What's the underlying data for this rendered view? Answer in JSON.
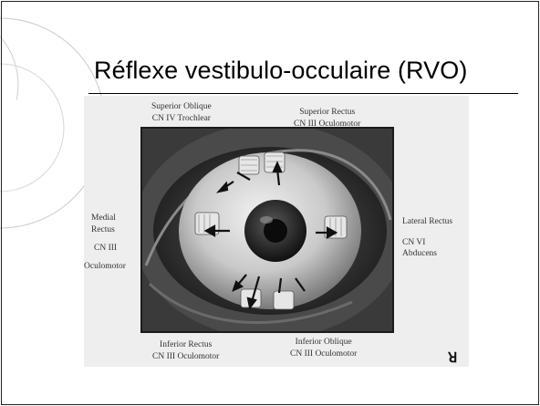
{
  "slide": {
    "title": "Réflexe vestibulo-occulaire (RVO)"
  },
  "figure": {
    "labels": {
      "superior_oblique_name": "Superior Oblique",
      "superior_oblique_nerve": "CN IV Trochlear",
      "superior_rectus_name": "Superior Rectus",
      "superior_rectus_nerve": "CN III Oculomotor",
      "medial_rectus_line1": "Medial",
      "medial_rectus_line2": "Rectus",
      "medial_rectus_nerve1": "CN III",
      "medial_rectus_nerve2": "Oculomotor",
      "lateral_rectus_name": "Lateral Rectus",
      "lateral_rectus_nerve1": "CN VI",
      "lateral_rectus_nerve2": "Abducens",
      "inferior_rectus_name": "Inferior Rectus",
      "inferior_rectus_nerve": "CN III Oculomotor",
      "inferior_oblique_name": "Inferior Oblique",
      "inferior_oblique_nerve": "CN III Oculomotor"
    },
    "corner_mark": "ꓤ"
  },
  "colors": {
    "background": "#ffffff",
    "figure_background": "#eeeeee",
    "decor_arcs": "#c8c8c8",
    "text": "#000000"
  }
}
